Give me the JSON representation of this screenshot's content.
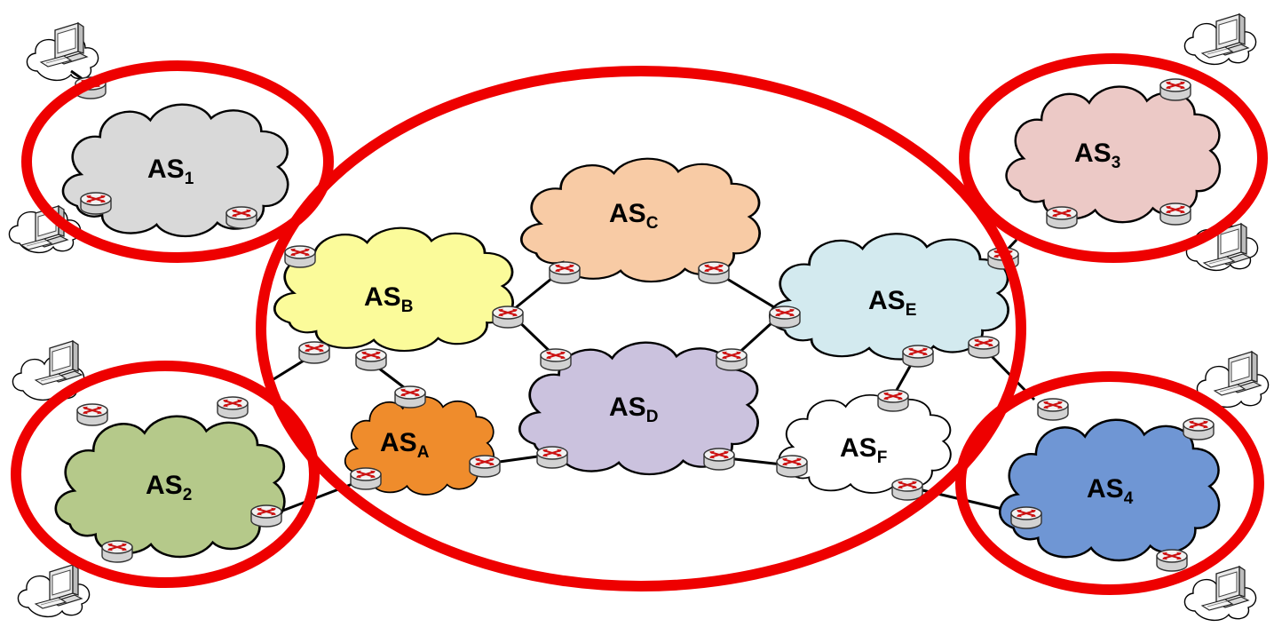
{
  "colors": {
    "ring": "#ee0000",
    "link": "#000000",
    "router_body": "#e6e6e6",
    "router_arrows": "#cc1111"
  },
  "clouds": [
    {
      "id": "as1",
      "base": "AS",
      "sub": "1",
      "fill": "#d9d9d9"
    },
    {
      "id": "as2",
      "base": "AS",
      "sub": "2",
      "fill": "#b5c98a"
    },
    {
      "id": "as3",
      "base": "AS",
      "sub": "3",
      "fill": "#ecc9c6"
    },
    {
      "id": "as4",
      "base": "AS",
      "sub": "4",
      "fill": "#6f96d4"
    },
    {
      "id": "asA",
      "base": "AS",
      "sub": "A",
      "fill": "#ef8c2c"
    },
    {
      "id": "asB",
      "base": "AS",
      "sub": "B",
      "fill": "#fbfb9a"
    },
    {
      "id": "asC",
      "base": "AS",
      "sub": "C",
      "fill": "#f8cba5"
    },
    {
      "id": "asD",
      "base": "AS",
      "sub": "D",
      "fill": "#cbc2de"
    },
    {
      "id": "asE",
      "base": "AS",
      "sub": "E",
      "fill": "#d3eaef"
    },
    {
      "id": "asF",
      "base": "AS",
      "sub": "F",
      "fill": "#ffffff"
    }
  ],
  "icons": {
    "router": "router-icon",
    "computer": "desktop-computer-icon",
    "mini_cloud": "small-cloud-icon"
  }
}
